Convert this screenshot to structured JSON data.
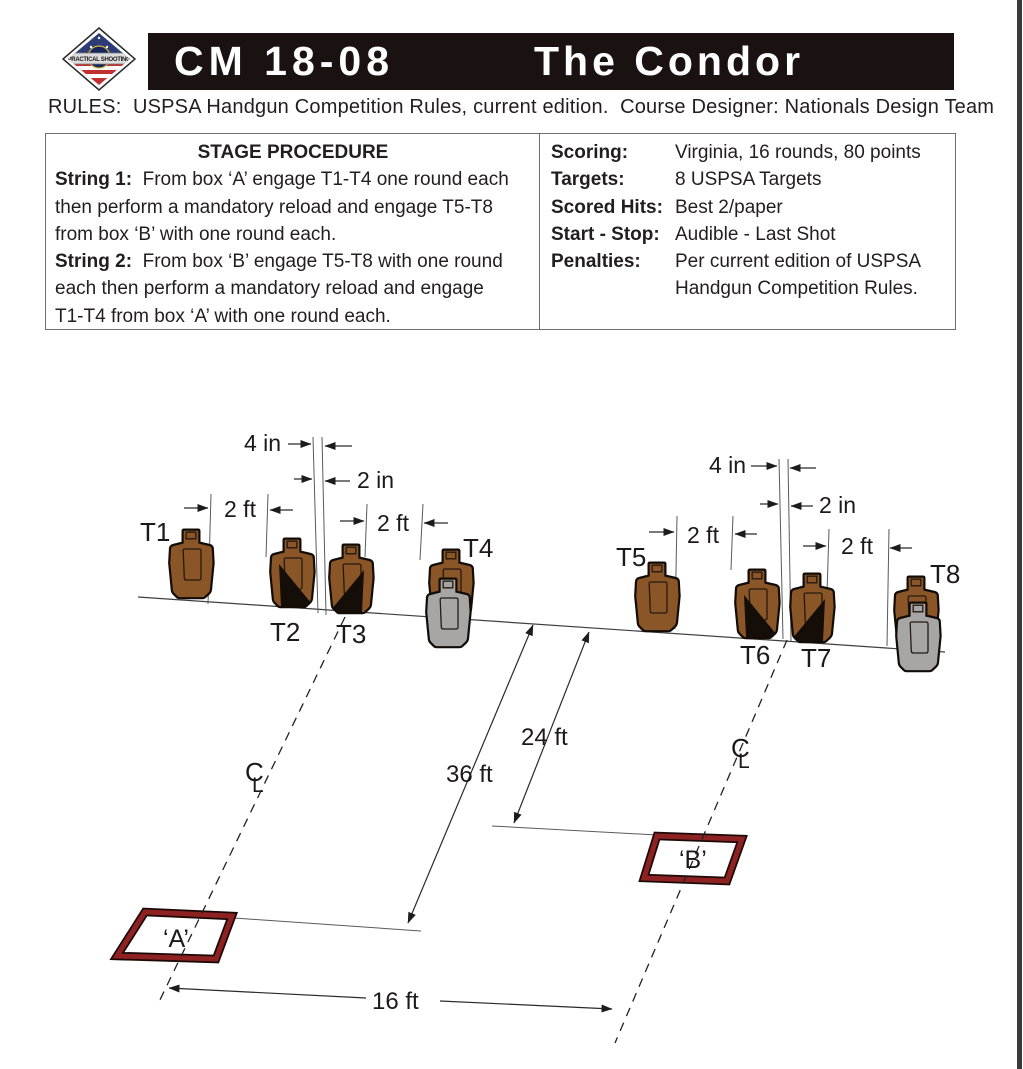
{
  "header": {
    "code": "CM 18-08",
    "title": "The Condor",
    "logo_text": "PRACTICAL SHOOTING"
  },
  "rules_line": "RULES:  USPSA Handgun Competition Rules, current edition.  Course Designer: Nationals Design Team",
  "procedure": {
    "heading": "STAGE PROCEDURE",
    "s1_label": "String 1:",
    "s1_l1": "  From box ‘A’ engage T1-T4 one round each",
    "s1_l2": "then perform a mandatory reload and engage T5-T8",
    "s1_l3": "from box ‘B’ with one round each.",
    "s2_label": "String 2:",
    "s2_l1": "  From box ‘B’ engage T5-T8 with one round",
    "s2_l2": "each then perform a mandatory reload and engage",
    "s2_l3": "T1-T4 from box ‘A’ with one round each."
  },
  "info": {
    "rows": [
      {
        "label": "Scoring:",
        "value": "Virginia, 16 rounds, 80 points"
      },
      {
        "label": "Targets:",
        "value": "8 USPSA Targets"
      },
      {
        "label": "Scored Hits:",
        "value": "Best 2/paper"
      },
      {
        "label": "Start - Stop:",
        "value": "Audible - Last Shot"
      },
      {
        "label": "Penalties:",
        "value": "Per current edition of USPSA"
      },
      {
        "label": "",
        "value": "Handgun Competition Rules."
      }
    ]
  },
  "diagram": {
    "targets": {
      "t1": "T1",
      "t2": "T2",
      "t3": "T3",
      "t4": "T4",
      "t5": "T5",
      "t6": "T6",
      "t7": "T7",
      "t8": "T8"
    },
    "dimensions": {
      "four_in": "4 in",
      "two_in": "2 in",
      "two_ft": "2 ft",
      "d24": "24 ft",
      "d36": "36 ft",
      "d16": "16 ft"
    },
    "boxes": {
      "a": "‘A’",
      "b": "‘B’"
    },
    "centerline": {
      "c": "C",
      "l": "L"
    },
    "colors": {
      "target_brown": "#8a5527",
      "no_shoot_gray": "#a8a6a4",
      "hardcover_black": "#140d08",
      "fault_line_red": "#8e2222",
      "title_bar": "#191210"
    }
  }
}
